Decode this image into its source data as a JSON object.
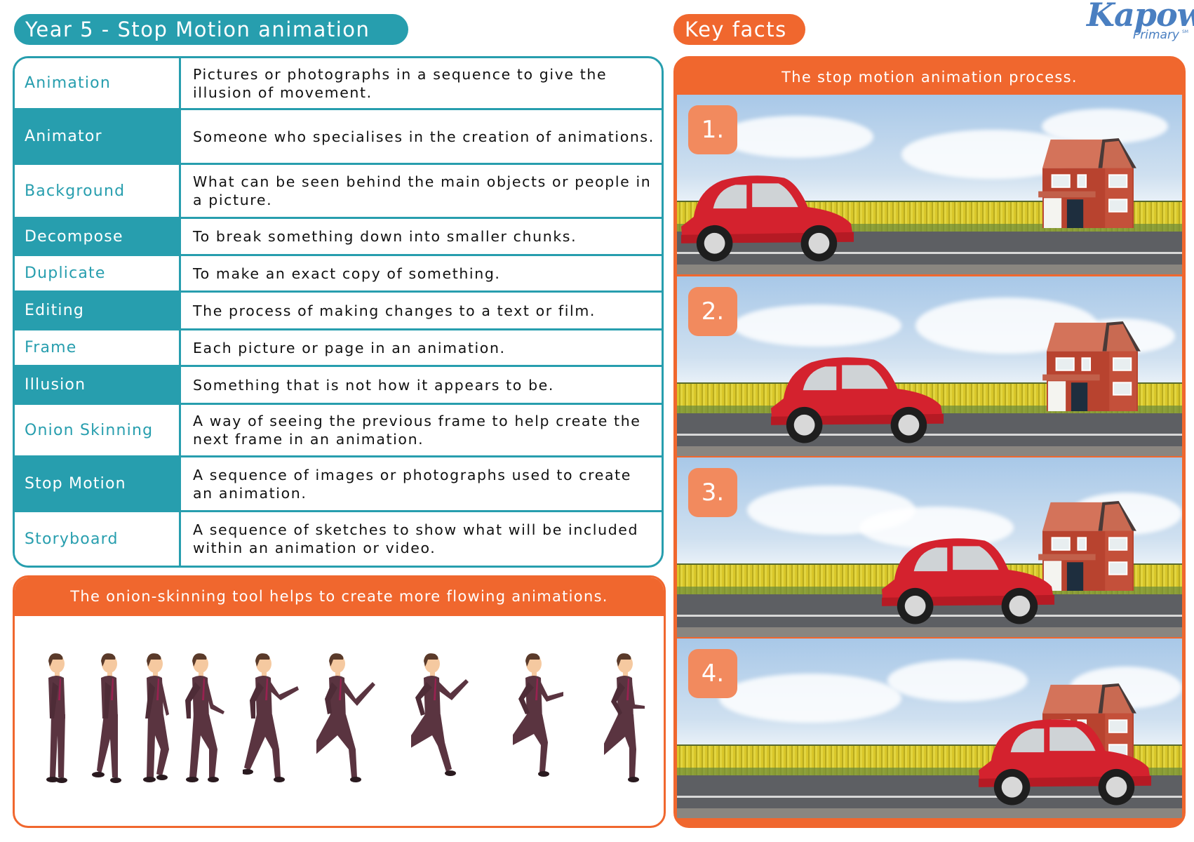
{
  "header": {
    "title": "Year 5 - Stop Motion animation",
    "key_facts_label": "Key facts",
    "logo": {
      "main": "Kapow",
      "sub": "Primary",
      "tm": "SM"
    }
  },
  "colors": {
    "teal": "#279eae",
    "orange": "#f0672e",
    "badge_orange": "#f28a5e",
    "logo_blue": "#4a7fc1",
    "suit": "#5a3440",
    "car_red": "#d4222e"
  },
  "vocabulary": [
    {
      "term": "Animation",
      "definition": "Pictures or photographs in a sequence to give the illusion of movement."
    },
    {
      "term": "Animator",
      "definition": "Someone who specialises in the creation of animations."
    },
    {
      "term": "Background",
      "definition": "What can be seen behind the main objects or people in a picture."
    },
    {
      "term": "Decompose",
      "definition": "To break something down into smaller chunks."
    },
    {
      "term": "Duplicate",
      "definition": "To make an exact copy of something."
    },
    {
      "term": "Editing",
      "definition": "The process of making changes to a text or film."
    },
    {
      "term": "Frame",
      "definition": "Each picture or page in an animation."
    },
    {
      "term": "Illusion",
      "definition": "Something that is not how it appears to be."
    },
    {
      "term": "Onion Skinning",
      "definition": "A way of seeing the previous frame to help create the next frame in an animation."
    },
    {
      "term": "Stop Motion",
      "definition": "A sequence of images or photographs used to create an animation."
    },
    {
      "term": "Storyboard",
      "definition": "A sequence of sketches to show what will be included within an animation or video."
    }
  ],
  "onion_box": {
    "caption": "The onion-skinning tool helps to create more flowing animations.",
    "figure_count": 9
  },
  "key_facts": {
    "caption": "The stop motion animation process.",
    "steps": [
      {
        "label": "1."
      },
      {
        "label": "2."
      },
      {
        "label": "3."
      },
      {
        "label": "4."
      }
    ]
  }
}
